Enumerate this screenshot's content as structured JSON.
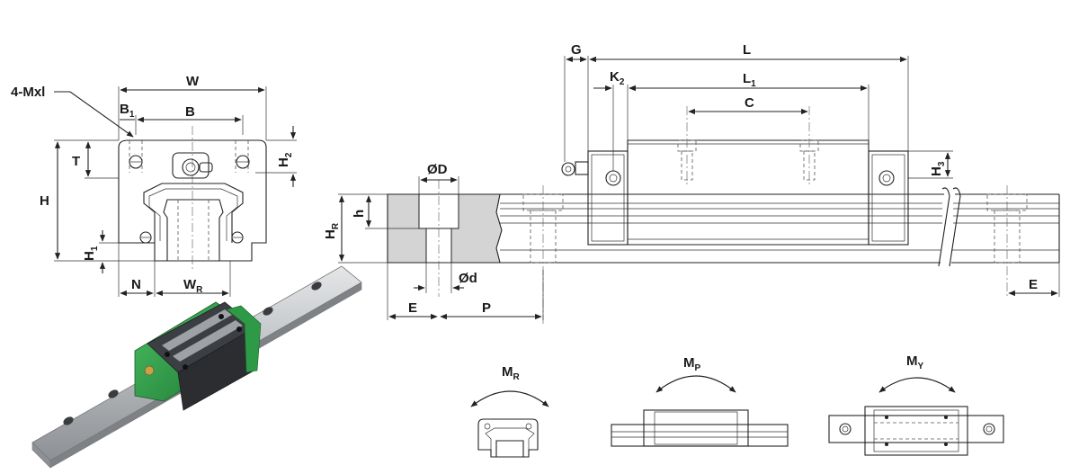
{
  "labels": {
    "W": "W",
    "B1": "B",
    "B1_sub": "1",
    "B": "B",
    "T": "T",
    "H": "H",
    "H1": "H",
    "H1_sub": "1",
    "H2": "H",
    "H2_sub": "2",
    "N": "N",
    "WR": "W",
    "WR_sub": "R",
    "mxl": "4-Mxl",
    "G": "G",
    "L": "L",
    "K2": "K",
    "K2_sub": "2",
    "L1": "L",
    "L1_sub": "1",
    "C": "C",
    "H3": "H",
    "H3_sub": "3",
    "OD": "ØD",
    "HR": "H",
    "HR_sub": "R",
    "h": "h",
    "Od": "Ød",
    "E_left": "E",
    "P": "P",
    "E_right": "E",
    "MR": "M",
    "MR_sub": "R",
    "MP": "M",
    "MP_sub": "P",
    "MY": "M",
    "MY_sub": "Y"
  },
  "colors": {
    "line": "#222222",
    "hatch": "#d4d4d4",
    "block_green": "#2e9a47",
    "rail_steel": "#b9bcbf",
    "block_dark": "#2b2d30"
  }
}
